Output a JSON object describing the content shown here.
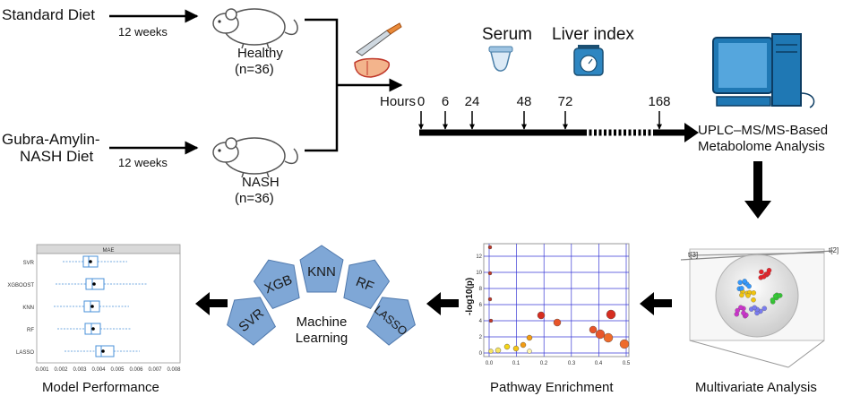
{
  "diets": {
    "standard": "Standard Diet",
    "gan_line1": "Gubra-Amylin-",
    "gan_line2": "NASH Diet",
    "duration": "12 weeks"
  },
  "groups": {
    "healthy": "Healthy",
    "healthy_n": "(n=36)",
    "nash": "NASH",
    "nash_n": "(n=36)"
  },
  "timeline": {
    "hours_label": "Hours",
    "points": [
      "0",
      "6",
      "24",
      "48",
      "72",
      "168"
    ],
    "serum": "Serum",
    "liver_index": "Liver index"
  },
  "analysis": {
    "line1": "UPLC–MS/MS-Based",
    "line2": "Metabolome Analysis"
  },
  "multivariate": {
    "caption": "Multivariate Analysis",
    "axis_t2": "t[2]",
    "axis_t3": "t[3]",
    "cluster_colors": [
      "#e8232a",
      "#f1c40f",
      "#33cc33",
      "#3399ff",
      "#7a7cf0",
      "#cc33cc"
    ]
  },
  "pathway": {
    "caption": "Pathway Enrichment",
    "ylabel": "-log10(p)",
    "xticks": [
      "0.0",
      "0.1",
      "0.2",
      "0.3",
      "0.4",
      "0.5"
    ],
    "yticks": [
      "0",
      "2",
      "4",
      "6",
      "8",
      "10",
      "12"
    ]
  },
  "ml": {
    "title_line1": "Machine",
    "title_line2": "Learning",
    "models": [
      "SVR",
      "XGB",
      "KNN",
      "RF",
      "LASSO"
    ]
  },
  "performance": {
    "caption": "Model Performance",
    "panel_title": "MAE",
    "models": [
      "SVR",
      "XGBOOST",
      "KNN",
      "RF",
      "LASSO"
    ],
    "xticks": [
      "0.001",
      "0.002",
      "0.003",
      "0.004",
      "0.005",
      "0.006",
      "0.007",
      "0.008"
    ]
  }
}
